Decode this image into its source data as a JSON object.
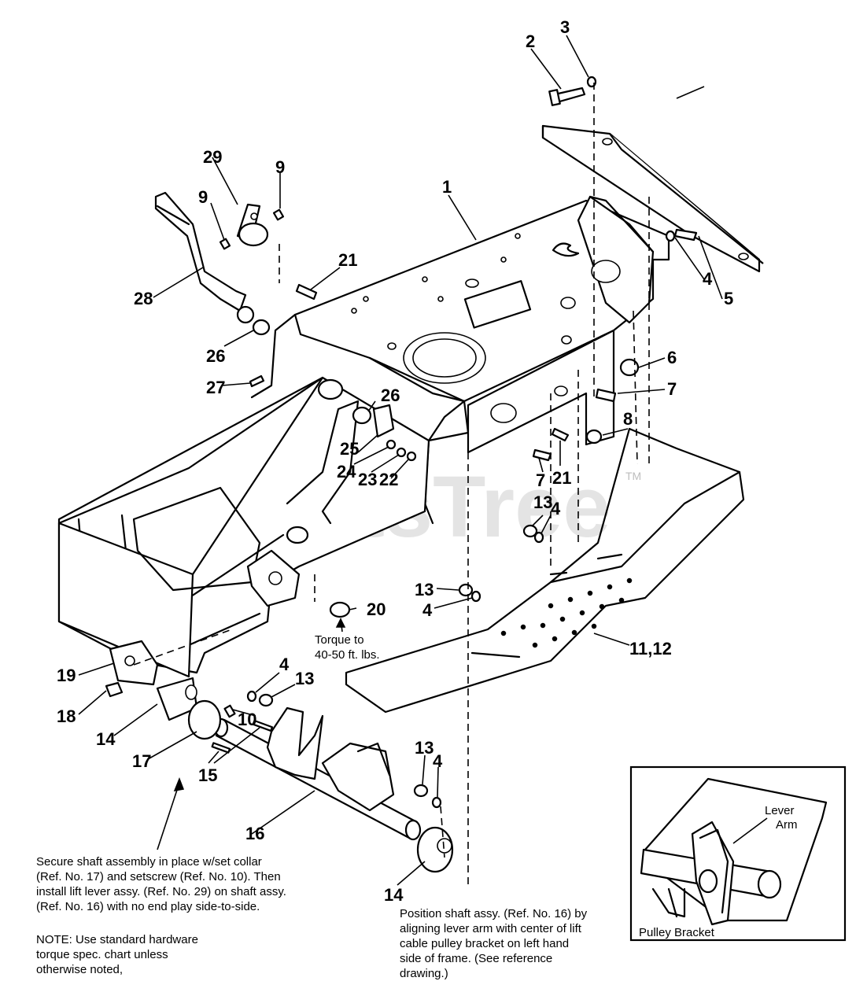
{
  "watermark": {
    "text": "PartsTree",
    "trademark": "TM"
  },
  "callouts": {
    "c1": "1",
    "c2": "2",
    "c3": "3",
    "c4a": "4",
    "c5": "5",
    "c6": "6",
    "c7a": "7",
    "c7b": "7",
    "c8": "8",
    "c9a": "9",
    "c9b": "9",
    "c10": "10",
    "c11_12": "11,12",
    "c13a": "13",
    "c4b": "4",
    "c13b": "13",
    "c4c": "4",
    "c13c": "13",
    "c4d": "4",
    "c13d": "13",
    "c4e": "4",
    "c14a": "14",
    "c14b": "14",
    "c15": "15",
    "c16": "16",
    "c17": "17",
    "c18": "18",
    "c19": "19",
    "c20": "20",
    "c21a": "21",
    "c21b": "21",
    "c22": "22",
    "c23": "23",
    "c24": "24",
    "c25": "25",
    "c26a": "26",
    "c26b": "26",
    "c27": "27",
    "c28": "28",
    "c29": "29"
  },
  "notes": {
    "torque": [
      "Torque to",
      "40-50 ft. lbs."
    ],
    "secure": [
      "Secure shaft assembly in place w/set collar",
      "(Ref. No. 17) and setscrew (Ref. No. 10). Then",
      "install lift lever assy. (Ref. No. 29) on shaft assy.",
      "(Ref. No. 16) with no end play side-to-side."
    ],
    "standard": [
      "NOTE: Use standard hardware",
      "torque spec. chart unless",
      "otherwise noted,"
    ],
    "position": [
      "Position shaft assy. (Ref. No. 16) by",
      "aligning lever arm with center of lift",
      "cable pulley bracket on left hand",
      "side of frame. (See reference",
      "drawing.)"
    ]
  },
  "inset": {
    "lever_arm": [
      "Lever",
      "Arm"
    ],
    "pulley_bracket": "Pulley Bracket"
  }
}
